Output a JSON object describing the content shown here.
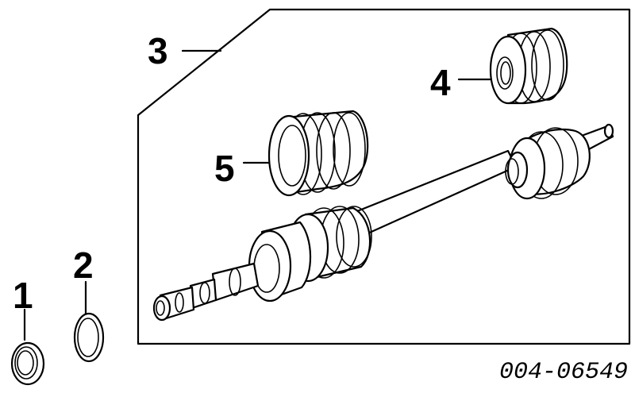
{
  "callouts": [
    {
      "id": "1",
      "label": "1"
    },
    {
      "id": "2",
      "label": "2"
    },
    {
      "id": "3",
      "label": "3"
    },
    {
      "id": "4",
      "label": "4"
    },
    {
      "id": "5",
      "label": "5"
    }
  ],
  "part_number": "004-06549",
  "colors": {
    "ink": "#000000",
    "background": "#ffffff"
  }
}
